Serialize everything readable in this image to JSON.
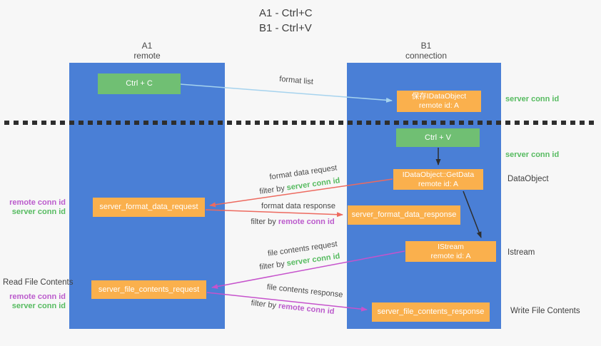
{
  "title": {
    "line1": "A1 - Ctrl+C",
    "line2": "B1 - Ctrl+V"
  },
  "lanes": {
    "left": {
      "id": "A1",
      "role": "remote"
    },
    "right": {
      "id": "B1",
      "role": "connection"
    }
  },
  "nodes": {
    "ctrl_c": {
      "label": "Ctrl + C"
    },
    "ctrl_v": {
      "label": "Ctrl + V"
    },
    "save_dataobject": {
      "line1": "保存IDataObject",
      "line2": "remote id: A"
    },
    "getdata": {
      "line1": "IDataObject::GetData",
      "line2": "remote id: A"
    },
    "istream": {
      "line1": "IStream",
      "line2": "remote id: A"
    },
    "format_request": {
      "label": "server_format_data_request"
    },
    "format_response": {
      "label": "server_format_data_response"
    },
    "file_request": {
      "label": "server_file_contents_request"
    },
    "file_response": {
      "label": "server_file_contents_response"
    }
  },
  "arrow_labels": {
    "format_list": "format list",
    "format_data_request": "format data request",
    "format_data_response": "format data response",
    "file_contents_request": "file contents request",
    "file_contents_response": "file contents response",
    "filter_by_1": "filter by",
    "filter_by_2": "filter by",
    "filter_by_3": "filter by",
    "filter_by_4": "filter by",
    "server_conn_id_req": "server conn id",
    "remote_conn_id_resp": "remote conn id",
    "server_conn_id_file_req": "server conn id",
    "remote_conn_id_file_resp": "remote conn id"
  },
  "side_labels": {
    "right": {
      "server_conn_id_top": "server conn id",
      "server_conn_id_mid": "server conn id",
      "dataobject": "DataObject",
      "istream": "Istream",
      "write_file_contents": "Write File Contents"
    },
    "left": {
      "remote_conn_id_upper": "remote conn id",
      "server_conn_id_upper": "server conn id",
      "read_file_contents": "Read File Contents",
      "remote_conn_id_lower": "remote conn id",
      "server_conn_id_lower": "server conn id"
    }
  },
  "colors": {
    "lane_blue": "#4a7fd6",
    "node_green": "#70bf73",
    "node_orange": "#fab04d",
    "text_green": "#56bb60",
    "text_purple": "#bb5bcc",
    "arrow_light_blue": "#a6d3ee",
    "arrow_red": "#ed6a5f",
    "arrow_magenta": "#c653cc",
    "arrow_black": "#2e2e2e",
    "background": "#f7f7f7"
  }
}
